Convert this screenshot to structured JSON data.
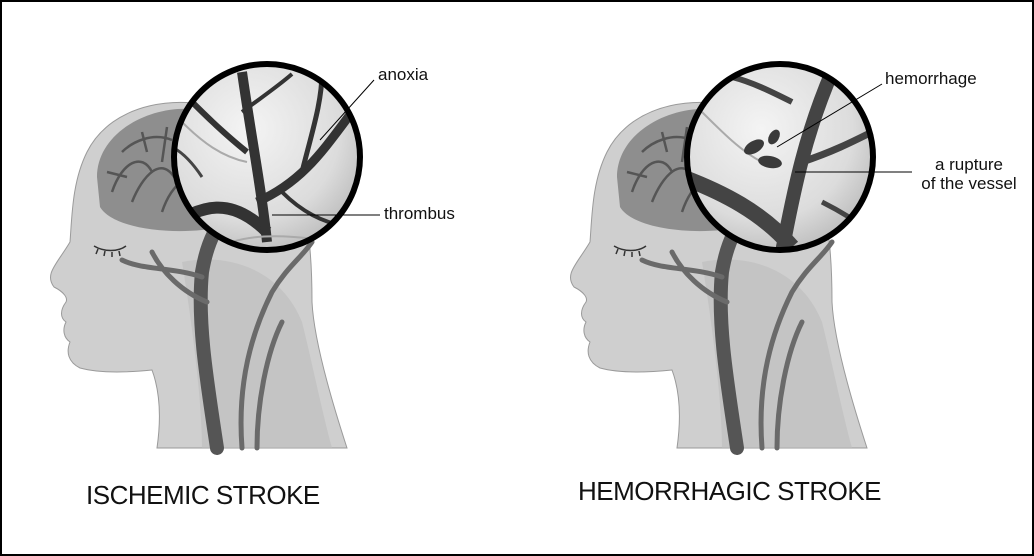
{
  "left_panel": {
    "title": "ISCHEMIC STROKE",
    "labels": {
      "anoxia": "anoxia",
      "thrombus": "thrombus"
    }
  },
  "right_panel": {
    "title": "HEMORRHAGIC STROKE",
    "labels": {
      "hemorrhage": "hemorrhage",
      "rupture_line1": "a rupture",
      "rupture_line2": "of the vessel"
    }
  },
  "colors": {
    "skin": "#cfcfcf",
    "skin_shadow": "#b3b3b3",
    "brain": "#8e8e8e",
    "vessel": "#4a4a4a",
    "lens_bg": "#e2e2e2",
    "outline": "#000000"
  }
}
